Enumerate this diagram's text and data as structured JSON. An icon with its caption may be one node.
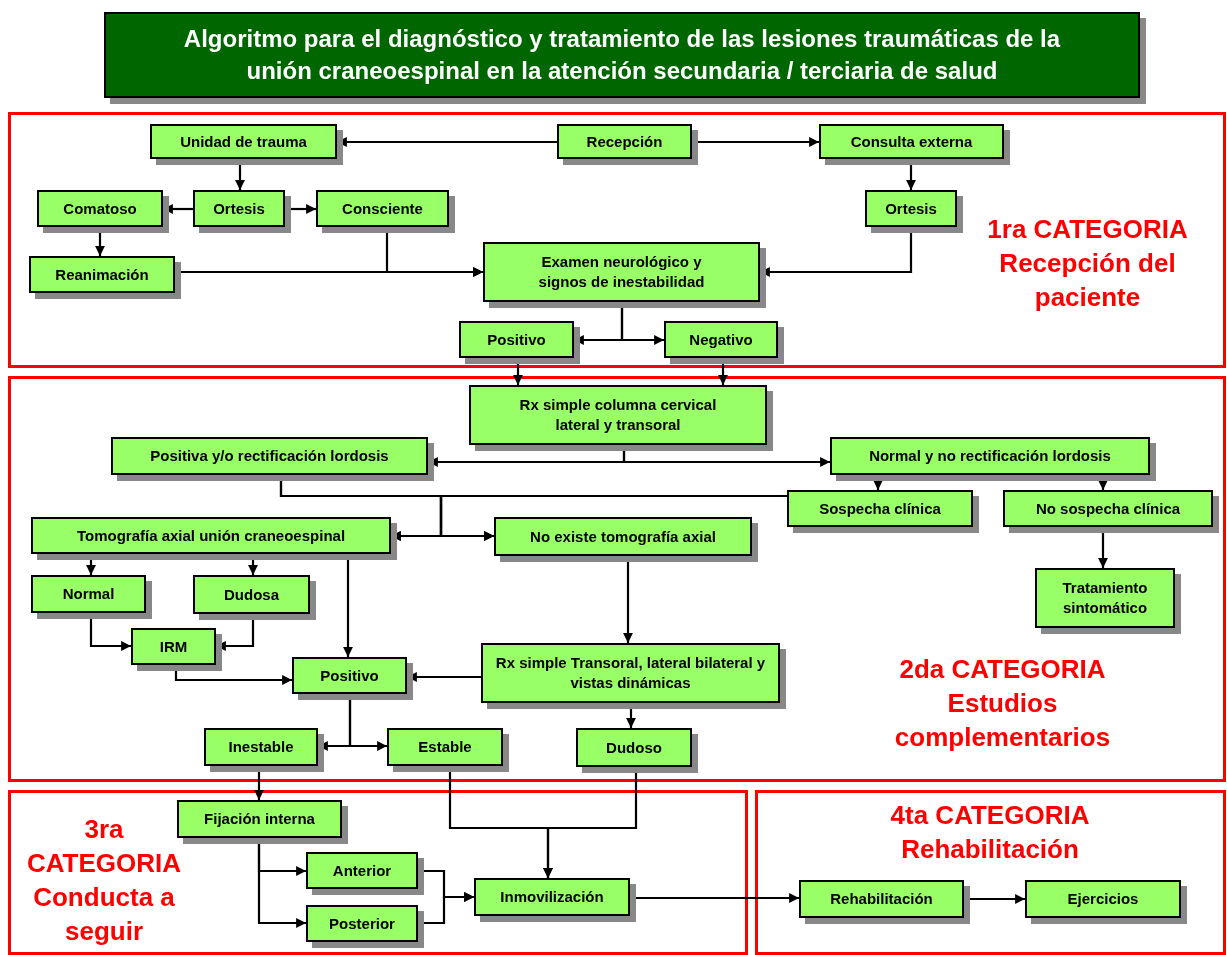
{
  "diagram": {
    "title": "Algoritmo para el diagnóstico y tratamiento de las lesiones traumáticas de la unión craneoespinal en la atención secundaria / terciaria de salud",
    "nodes": [
      {
        "text": [
          "1ra CATEGORIA Recepción del paciente"
        ]
      },
      {
        "text": [
          "Recepción"
        ],
        "in": 0
      },
      {
        "text": [
          "Unidad de trauma"
        ],
        "in": 0
      },
      {
        "text": [
          "Consulta externa"
        ],
        "in": 0
      },
      {
        "text": [
          "Comatoso"
        ],
        "in": 0
      },
      {
        "text": [
          "Ortesis"
        ],
        "in": 0
      },
      {
        "text": [
          "Consciente"
        ],
        "in": 0
      },
      {
        "text": [
          "Ortesis"
        ],
        "in": 0
      },
      {
        "text": [
          "Reanimación"
        ],
        "in": 0
      },
      {
        "text": [
          "Examen neurológico y signos de inestabilidad"
        ],
        "in": 0
      },
      {
        "text": [
          "Positivo"
        ],
        "in": 0
      },
      {
        "text": [
          "Negativo"
        ],
        "in": 0
      },
      {
        "text": [
          "2da CATEGORIA Estudios complementarios"
        ]
      },
      {
        "text": [
          "Rx simple columna cervical lateral y transoral"
        ],
        "in": 12
      },
      {
        "text": [
          "Positiva y/o rectificación lordosis"
        ],
        "in": 12
      },
      {
        "text": [
          "Normal y no rectificación lordosis"
        ],
        "in": 12
      },
      {
        "text": [
          "Tomografía axial unión craneoespinal"
        ],
        "in": 12
      },
      {
        "text": [
          "No existe tomografía axial"
        ],
        "in": 12
      },
      {
        "text": [
          "Sospecha clínica"
        ],
        "in": 12
      },
      {
        "text": [
          "No sospecha clínica"
        ],
        "in": 12
      },
      {
        "text": [
          "Normal"
        ],
        "in": 12
      },
      {
        "text": [
          "Dudosa"
        ],
        "in": 12
      },
      {
        "text": [
          "Tratamiento sintomático"
        ],
        "in": 12
      },
      {
        "text": [
          "IRM"
        ],
        "in": 12
      },
      {
        "text": [
          "Positivo"
        ],
        "in": 12
      },
      {
        "text": [
          "Rx simple Transoral,  lateral bilateral y vistas dinámicas"
        ],
        "in": 12
      },
      {
        "text": [
          "Inestable"
        ],
        "in": 12
      },
      {
        "text": [
          "Estable"
        ],
        "in": 12
      },
      {
        "text": [
          "Dudoso"
        ],
        "in": 12
      },
      {
        "text": [
          "3ra CATEGORIA Conducta a seguir"
        ]
      },
      {
        "text": [
          "Fijación interna"
        ],
        "in": 29
      },
      {
        "text": [
          "Anterior"
        ],
        "in": 29
      },
      {
        "text": [
          "Posterior"
        ],
        "in": 29
      },
      {
        "text": [
          "Inmovilización"
        ],
        "in": 29
      },
      {
        "text": [
          "4ta CATEGORIA Rehabilitación"
        ]
      },
      {
        "text": [
          "Rehabilitación"
        ],
        "in": 34
      },
      {
        "text": [
          "Ejercicios"
        ],
        "in": 34
      }
    ],
    "edges": [
      {
        "from": 1,
        "to": 2,
        "arrow": "to"
      },
      {
        "from": 1,
        "to": 3,
        "arrow": "to"
      },
      {
        "from": 2,
        "to": 5,
        "arrow": "to"
      },
      {
        "from": 5,
        "to": 4,
        "arrow": "to"
      },
      {
        "from": 5,
        "to": 6,
        "arrow": "to"
      },
      {
        "from": 4,
        "to": 8,
        "arrow": "to"
      },
      {
        "from": 3,
        "to": 7,
        "arrow": "to"
      },
      {
        "from": 6,
        "to": 9,
        "arrow": "to"
      },
      {
        "from": 8,
        "to": 9,
        "arrow": "to"
      },
      {
        "from": 7,
        "to": 9,
        "arrow": "to"
      },
      {
        "from": 9,
        "to": 10,
        "arrow": "to"
      },
      {
        "from": 9,
        "to": 11,
        "arrow": "to"
      },
      {
        "from": 10,
        "to": 13,
        "arrow": "to"
      },
      {
        "from": 11,
        "to": 13,
        "arrow": "to"
      },
      {
        "from": 13,
        "to": 14,
        "arrow": "to"
      },
      {
        "from": 13,
        "to": 15,
        "arrow": "to"
      },
      {
        "from": 14,
        "to": 16,
        "arrow": "to"
      },
      {
        "from": 14,
        "to": 17,
        "arrow": "to"
      },
      {
        "from": 18,
        "to": 16,
        "arrow": "to"
      },
      {
        "from": 18,
        "to": 17,
        "arrow": "to"
      },
      {
        "from": 15,
        "to": 18,
        "arrow": "to"
      },
      {
        "from": 15,
        "to": 19,
        "arrow": "to"
      },
      {
        "from": 19,
        "to": 22,
        "arrow": "to"
      },
      {
        "from": 16,
        "to": 20,
        "arrow": "to"
      },
      {
        "from": 16,
        "to": 21,
        "arrow": "to"
      },
      {
        "from": 16,
        "to": 24,
        "arrow": "to"
      },
      {
        "from": 20,
        "to": 23,
        "arrow": "to"
      },
      {
        "from": 21,
        "to": 23,
        "arrow": "to"
      },
      {
        "from": 23,
        "to": 24,
        "arrow": "to"
      },
      {
        "from": 17,
        "to": 25,
        "arrow": "to"
      },
      {
        "from": 25,
        "to": 24,
        "arrow": "to"
      },
      {
        "from": 25,
        "to": 28,
        "arrow": "to"
      },
      {
        "from": 24,
        "to": 26,
        "arrow": "to"
      },
      {
        "from": 24,
        "to": 27,
        "arrow": "to"
      },
      {
        "from": 26,
        "to": 30,
        "arrow": "to"
      },
      {
        "from": 27,
        "to": 33,
        "arrow": "to"
      },
      {
        "from": 28,
        "to": 33,
        "arrow": "to"
      },
      {
        "from": 30,
        "to": 31,
        "arrow": "to"
      },
      {
        "from": 30,
        "to": 32,
        "arrow": "to"
      },
      {
        "from": 31,
        "to": 33,
        "arrow": "to"
      },
      {
        "from": 32,
        "to": 33,
        "arrow": "to"
      },
      {
        "from": 33,
        "to": 35,
        "arrow": "to"
      },
      {
        "from": 35,
        "to": 36,
        "arrow": "to"
      }
    ]
  }
}
